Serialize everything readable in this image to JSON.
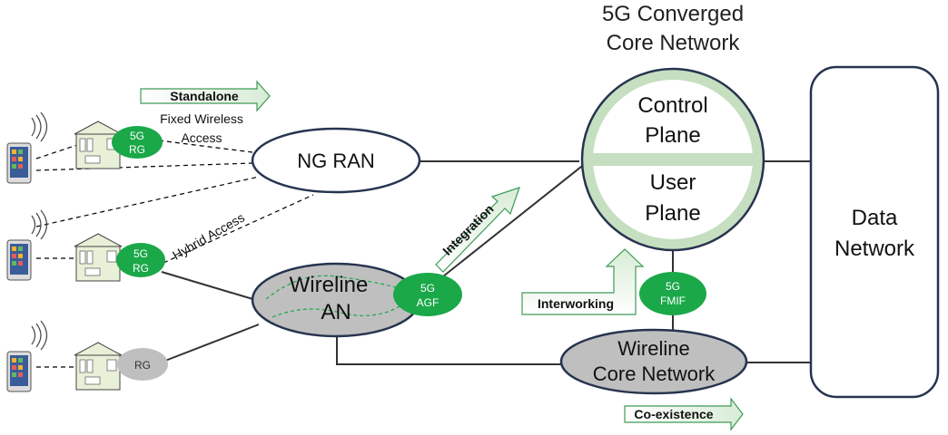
{
  "core": {
    "title_line1": "5G Converged",
    "title_line2": "Core Network",
    "control_line1": "Control",
    "control_line2": "Plane",
    "user_line1": "User",
    "user_line2": "Plane"
  },
  "data_network": {
    "line1": "Data",
    "line2": "Network"
  },
  "ng_ran": {
    "label": "NG RAN"
  },
  "wireline_an": {
    "line1": "Wireline",
    "line2": "AN"
  },
  "wireline_core": {
    "line1": "Wireline",
    "line2": "Core Network"
  },
  "badges": {
    "rg1_line1": "5G",
    "rg1_line2": "RG",
    "rg2_line1": "5G",
    "rg2_line2": "RG",
    "rg3": "RG",
    "agf_line1": "5G",
    "agf_line2": "AGF",
    "fmif_line1": "5G",
    "fmif_line2": "FMIF"
  },
  "labels": {
    "standalone": "Standalone",
    "fwa_line1": "Fixed Wireless",
    "fwa_line2": "Access",
    "hybrid": "Hybrid Access",
    "integration": "Integration",
    "interworking": "Interworking",
    "coexistence": "Co-existence"
  },
  "colors": {
    "green": "#1aa849",
    "light_green": "#c5dfc0",
    "gray_fill": "#bfbfbf",
    "navy": "#27334f"
  }
}
